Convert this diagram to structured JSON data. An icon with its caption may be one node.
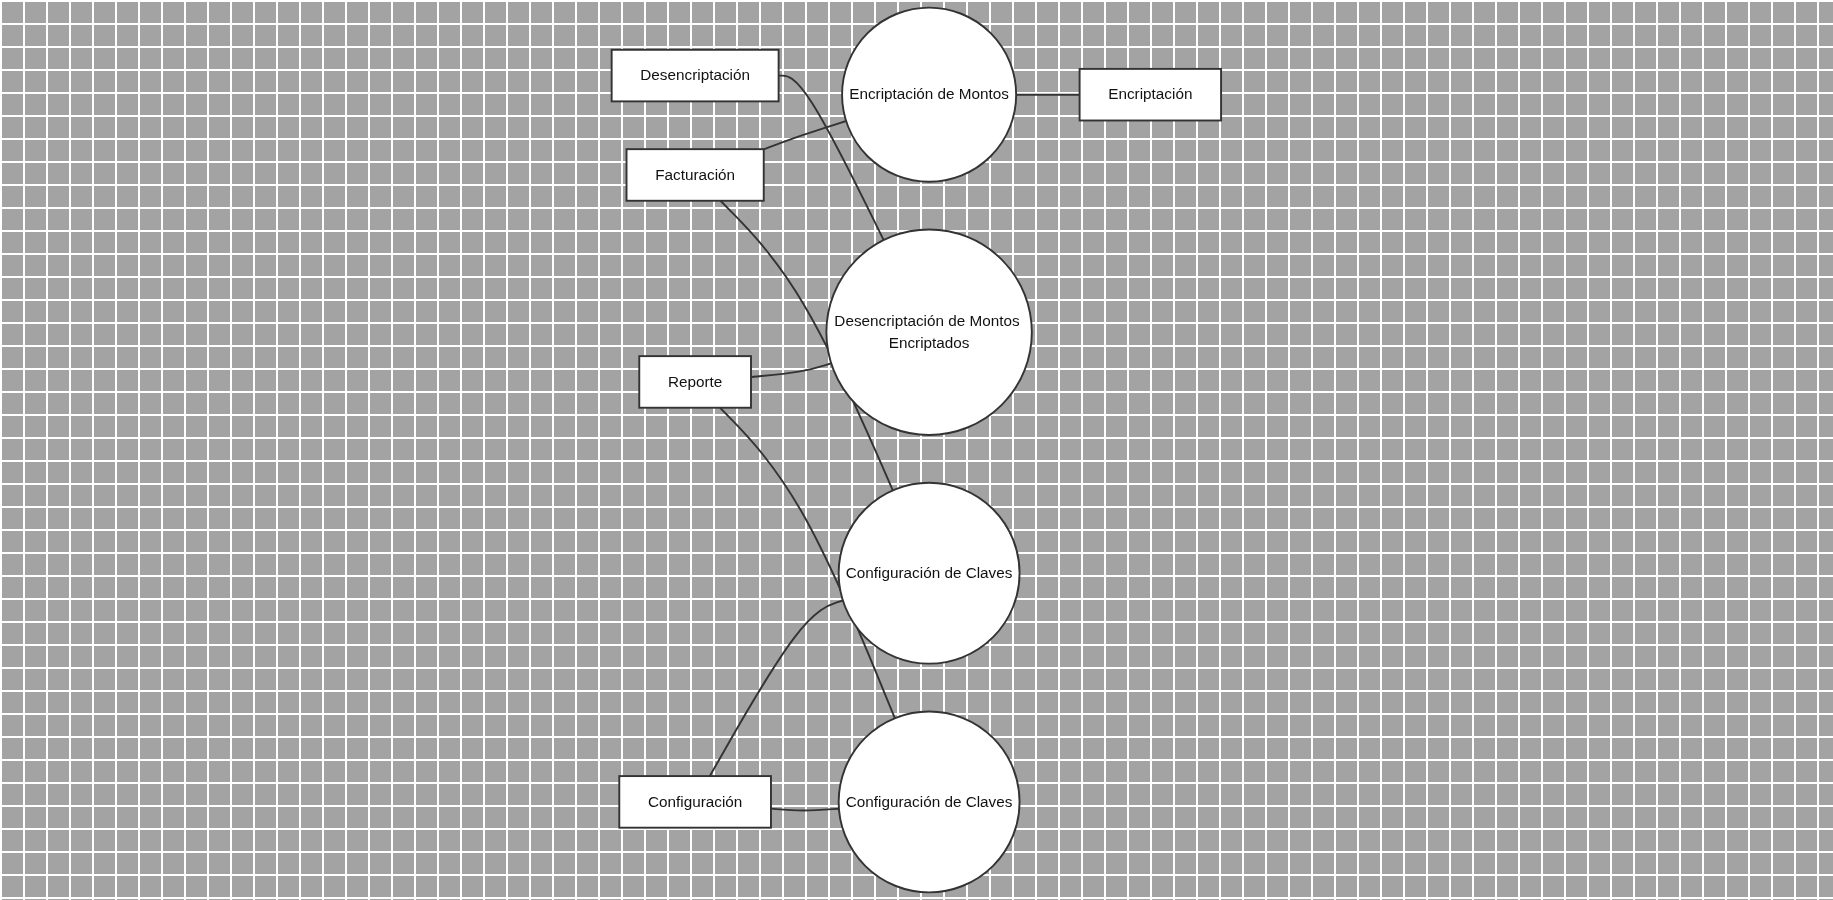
{
  "diagram": {
    "nodes": [
      {
        "text": [
          "Encriptación de Montos"
        ]
      },
      {
        "text": [
          "Encriptación"
        ]
      },
      {
        "text": [
          "Desencriptación"
        ]
      },
      {
        "text": [
          "Desencriptación de Montos Encriptados"
        ]
      },
      {
        "text": [
          "Facturación"
        ]
      },
      {
        "text": [
          "Configuración de Claves"
        ]
      },
      {
        "text": [
          "Configuración"
        ]
      },
      {
        "text": [
          "Configuración de Claves"
        ]
      },
      {
        "text": [
          "Reporte"
        ]
      }
    ],
    "edges": [
      {
        "from": 0,
        "to": 1,
        "arrow": "none"
      },
      {
        "from": 4,
        "to": 0,
        "arrow": "none"
      },
      {
        "from": 2,
        "to": 3,
        "arrow": "none"
      },
      {
        "from": 8,
        "to": 3,
        "arrow": "none"
      },
      {
        "from": 4,
        "to": 5,
        "arrow": "none"
      },
      {
        "from": 6,
        "to": 5,
        "arrow": "none"
      },
      {
        "from": 6,
        "to": 7,
        "arrow": "none"
      },
      {
        "from": 8,
        "to": 7,
        "arrow": "none"
      }
    ]
  }
}
